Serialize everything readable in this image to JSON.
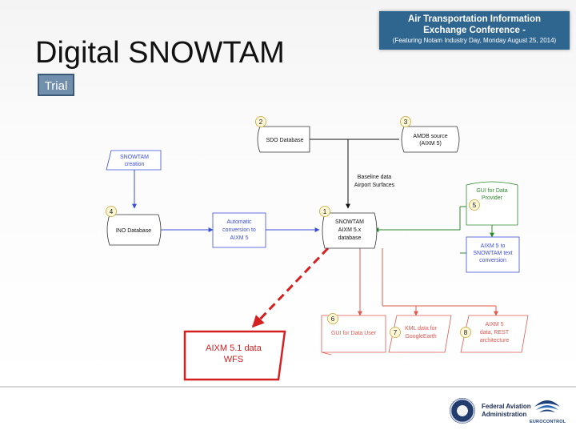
{
  "title": "Digital SNOWTAM",
  "badge": "Trial",
  "banner": {
    "line1": "Air Transportation Information",
    "line2": "Exchange Conference -",
    "line3": "(Featuring Notam Industry Day, Monday August 25, 2014)"
  },
  "diagram": {
    "sdo_db": "SDO Database",
    "amdb_line1": "AMDB source",
    "amdb_line2": "(AIXM 5)",
    "creation_line1": "SNOWTAM",
    "creation_line2": "creation",
    "ino_db": "INO Database",
    "auto_line1": "Automatic",
    "auto_line2": "conversion to",
    "auto_line3": "AIXM 5",
    "core_line1": "SNOWTAM",
    "core_line2": "AIXM 5.x",
    "core_line3": "database",
    "baseline_line1": "Baseline data",
    "baseline_line2": "Airport Surfaces",
    "gui_provider_line1": "GUI for Data",
    "gui_provider_line2": "Provider",
    "text_conv_line1": "AIXM 5 to",
    "text_conv_line2": "SNOWTAM text",
    "text_conv_line3": "conversion",
    "gui_user": "GUI for Data User",
    "kml_line1": "KML data for",
    "kml_line2": "GoogleEarth",
    "rest_line1": "AIXM 5",
    "rest_line2": "data, REST",
    "rest_line3": "architecture",
    "wfs_line1": "AIXM 5.1 data",
    "wfs_line2": "WFS",
    "num1": "1",
    "num2": "2",
    "num3": "3",
    "num4": "4",
    "num5": "5",
    "num6": "6",
    "num7": "7",
    "num8": "8"
  },
  "footer": {
    "faa_line1": "Federal Aviation",
    "faa_line2": "Administration",
    "euro": "EUROCONTROL"
  },
  "colors": {
    "blue": "#3b4fd6",
    "red": "#e05a50",
    "dark_red": "#d62020",
    "green": "#2d8a2d",
    "banner": "#2f6690"
  }
}
